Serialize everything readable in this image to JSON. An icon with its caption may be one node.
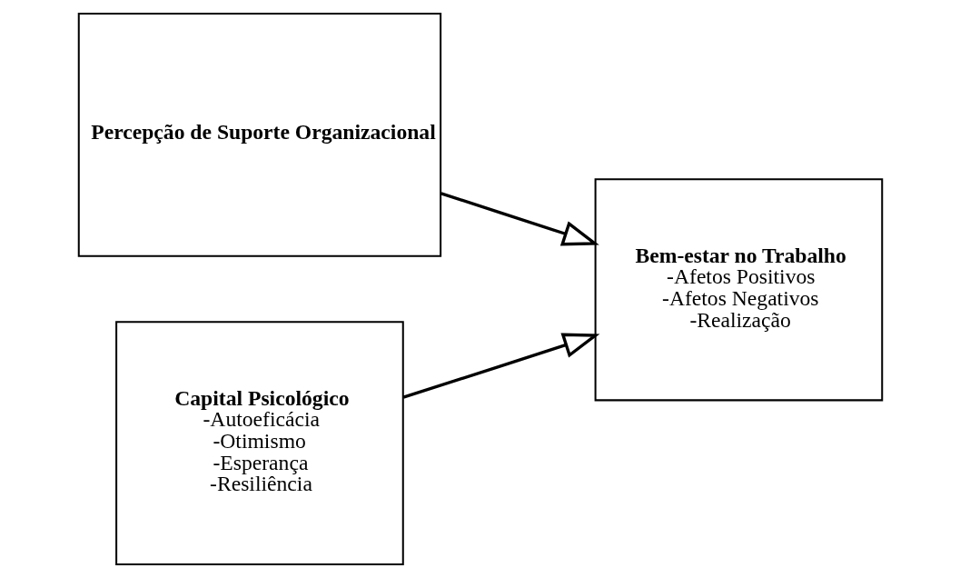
{
  "diagram": {
    "nodes": [
      {
        "text": [
          "Percepção de Suporte Organizacional"
        ]
      },
      {
        "text": [
          "Capital Psicológico",
          "-Autoeficácia",
          "-Otimismo",
          "-Esperança",
          "-Resiliência"
        ]
      },
      {
        "text": [
          "Bem-estar no Trabalho",
          "-Afetos Positivos",
          "-Afetos Negativos",
          "-Realização"
        ]
      }
    ],
    "edges": [
      {
        "from": 0,
        "to": 2,
        "arrow": "to"
      },
      {
        "from": 1,
        "to": 2,
        "arrow": "to"
      }
    ]
  }
}
